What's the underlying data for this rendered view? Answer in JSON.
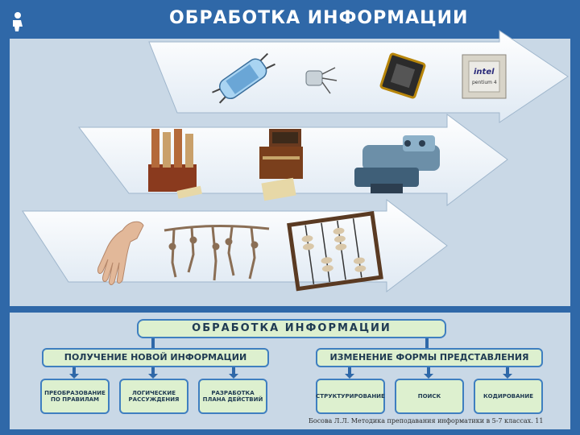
{
  "header": {
    "title": "ОБРАБОТКА ИНФОРМАЦИИ"
  },
  "diagram": {
    "root": "ОБРАБОТКА ИНФОРМАЦИИ",
    "branches": [
      {
        "label": "ПОЛУЧЕНИЕ НОВОЙ ИНФОРМАЦИИ",
        "children": [
          "ПРЕОБРАЗОВАНИЕ ПО ПРАВИЛАМ",
          "ЛОГИЧЕСКИЕ РАССУЖДЕНИЯ",
          "РАЗРАБОТКА ПЛАНА ДЕЙСТВИЙ"
        ]
      },
      {
        "label": "ИЗМЕНЕНИЕ ФОРМЫ ПРЕДСТАВЛЕНИЯ",
        "children": [
          "СТРУКТУРИРОВАНИЕ",
          "ПОИСК",
          "КОДИРОВАНИЕ"
        ]
      }
    ]
  },
  "arrows": [
    {
      "row": "top",
      "items": [
        "vacuum-tube",
        "transistor",
        "microchip",
        "intel-pentium-processor"
      ]
    },
    {
      "row": "middle",
      "items": [
        "mechanical-calculator",
        "punch-card-tabulator",
        "arithmometer"
      ]
    },
    {
      "row": "bottom",
      "items": [
        "hand",
        "knotted-cords",
        "abacus"
      ]
    }
  ],
  "chip_text": {
    "brand": "intel",
    "model": "pentium 4"
  },
  "footer": {
    "credit": "Босова Л.Л. Методика преподавания информатики в 5-7 классах. 11"
  },
  "colors": {
    "background": "#2f68a8",
    "panel": "#c9d8e6",
    "box_fill": "#ddf0cf",
    "box_border": "#3f7fc0",
    "connector": "#2f68a8"
  }
}
